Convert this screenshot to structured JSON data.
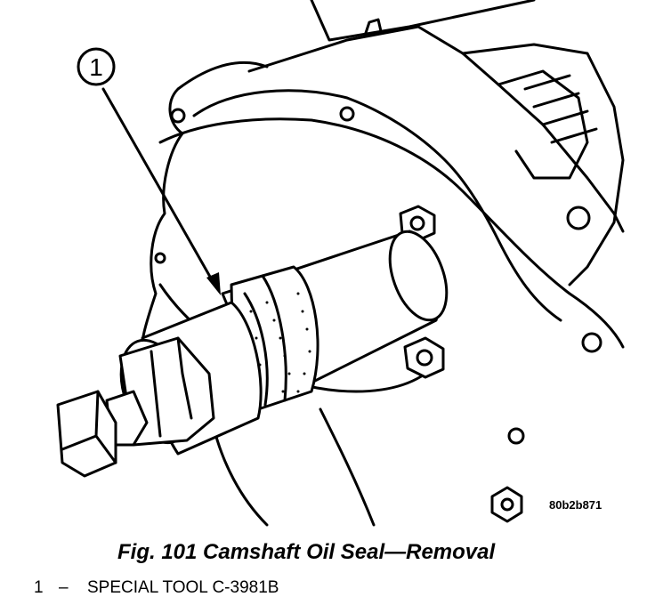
{
  "figure": {
    "callout_number": "1",
    "image_code": "80b2b871"
  },
  "caption": "Fig. 101 Camshaft Oil Seal—Removal",
  "legend": [
    {
      "number": "1",
      "dash": "–",
      "text": "SPECIAL TOOL C-3981B"
    }
  ]
}
